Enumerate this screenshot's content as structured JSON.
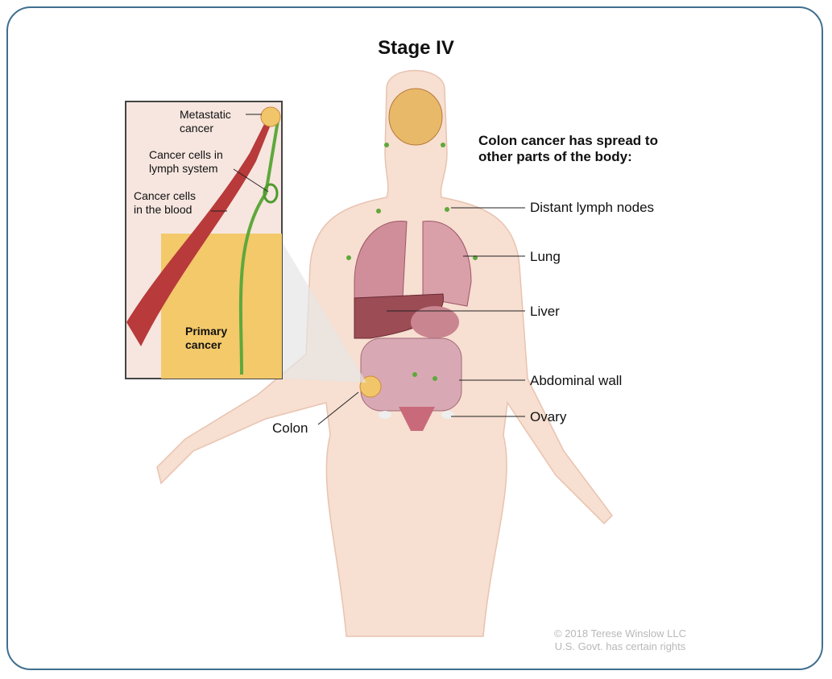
{
  "title": "Stage IV",
  "heading": "Colon cancer has spread to other parts of the body:",
  "labels": {
    "lymph_nodes": "Distant lymph nodes",
    "lung": "Lung",
    "liver": "Liver",
    "abdominal_wall": "Abdominal wall",
    "ovary": "Ovary",
    "colon": "Colon"
  },
  "inset": {
    "metastatic": "Metastatic",
    "metastatic2": "cancer",
    "lymph": "Cancer cells in",
    "lymph2": "lymph system",
    "blood": "Cancer cells",
    "blood2": "in the blood",
    "primary": "Primary",
    "primary2": "cancer"
  },
  "copyright": {
    "line1": "© 2018 Terese Winslow LLC",
    "line2": "U.S. Govt. has certain rights"
  },
  "colors": {
    "border": "#3f6f8e",
    "skin": "#f6dccd",
    "blood": "#b83a3a",
    "lymph": "#5ea83c",
    "tumor": "#f1c66a"
  }
}
